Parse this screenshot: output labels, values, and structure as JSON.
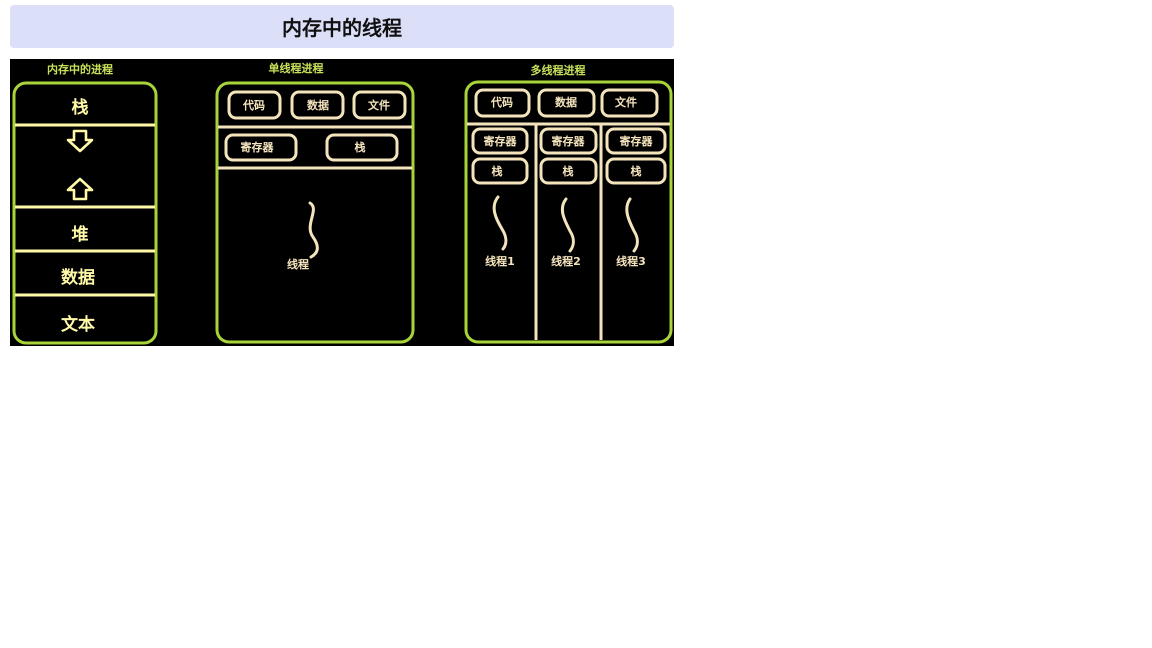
{
  "title": "内存中的线程",
  "panels": {
    "process": {
      "label": "内存中的进程",
      "segments": [
        "栈",
        "堆",
        "数据",
        "文本"
      ]
    },
    "single": {
      "label": "单线程进程",
      "shared": [
        "代码",
        "数据",
        "文件"
      ],
      "private": [
        "寄存器",
        "栈"
      ],
      "thread": "线程"
    },
    "multi": {
      "label": "多线程进程",
      "shared": [
        "代码",
        "数据",
        "文件"
      ],
      "register": "寄存器",
      "stack": "栈",
      "threads": [
        "线程1",
        "线程2",
        "线程3"
      ]
    }
  },
  "colors": {
    "frame": "#a8d43a",
    "label": "#c6e05a",
    "segment_text": "#fff9a8",
    "box": "#f4e4bc",
    "background": "#000000",
    "title_bg": "#dcdff8"
  }
}
